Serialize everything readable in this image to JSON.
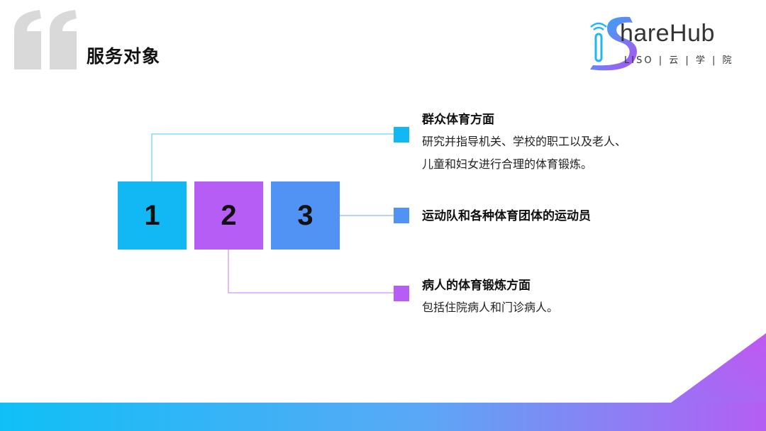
{
  "page": {
    "title": "服务对象"
  },
  "logo": {
    "brand": "hareHub",
    "subtitle": "LISO | 云 | 学 | 院"
  },
  "numbers": [
    {
      "label": "1",
      "color": "#11b8f4"
    },
    {
      "label": "2",
      "color": "#b55df5"
    },
    {
      "label": "3",
      "color": "#5192f5"
    }
  ],
  "items": [
    {
      "title": "群众体育方面",
      "desc_lines": [
        "研究并指导机关、学校的职工以及老人、",
        "儿童和妇女进行合理的体育锻炼。"
      ],
      "color": "#11b8f4"
    },
    {
      "title": "运动队和各种体育团体的运动员",
      "desc_lines": [],
      "color": "#5192f5"
    },
    {
      "title": "病人的体育锻炼方面",
      "desc_lines": [
        "包括住院病人和门诊病人。"
      ],
      "color": "#b55df5"
    }
  ],
  "colors": {
    "cyan": "#11b8f4",
    "purple": "#b55df5",
    "blue": "#5192f5",
    "quote_gray": "#d9d9d9",
    "line_cyan": "#86dcf8",
    "line_purple": "#d9a7f7",
    "line_blue": "#9fc2f8"
  }
}
